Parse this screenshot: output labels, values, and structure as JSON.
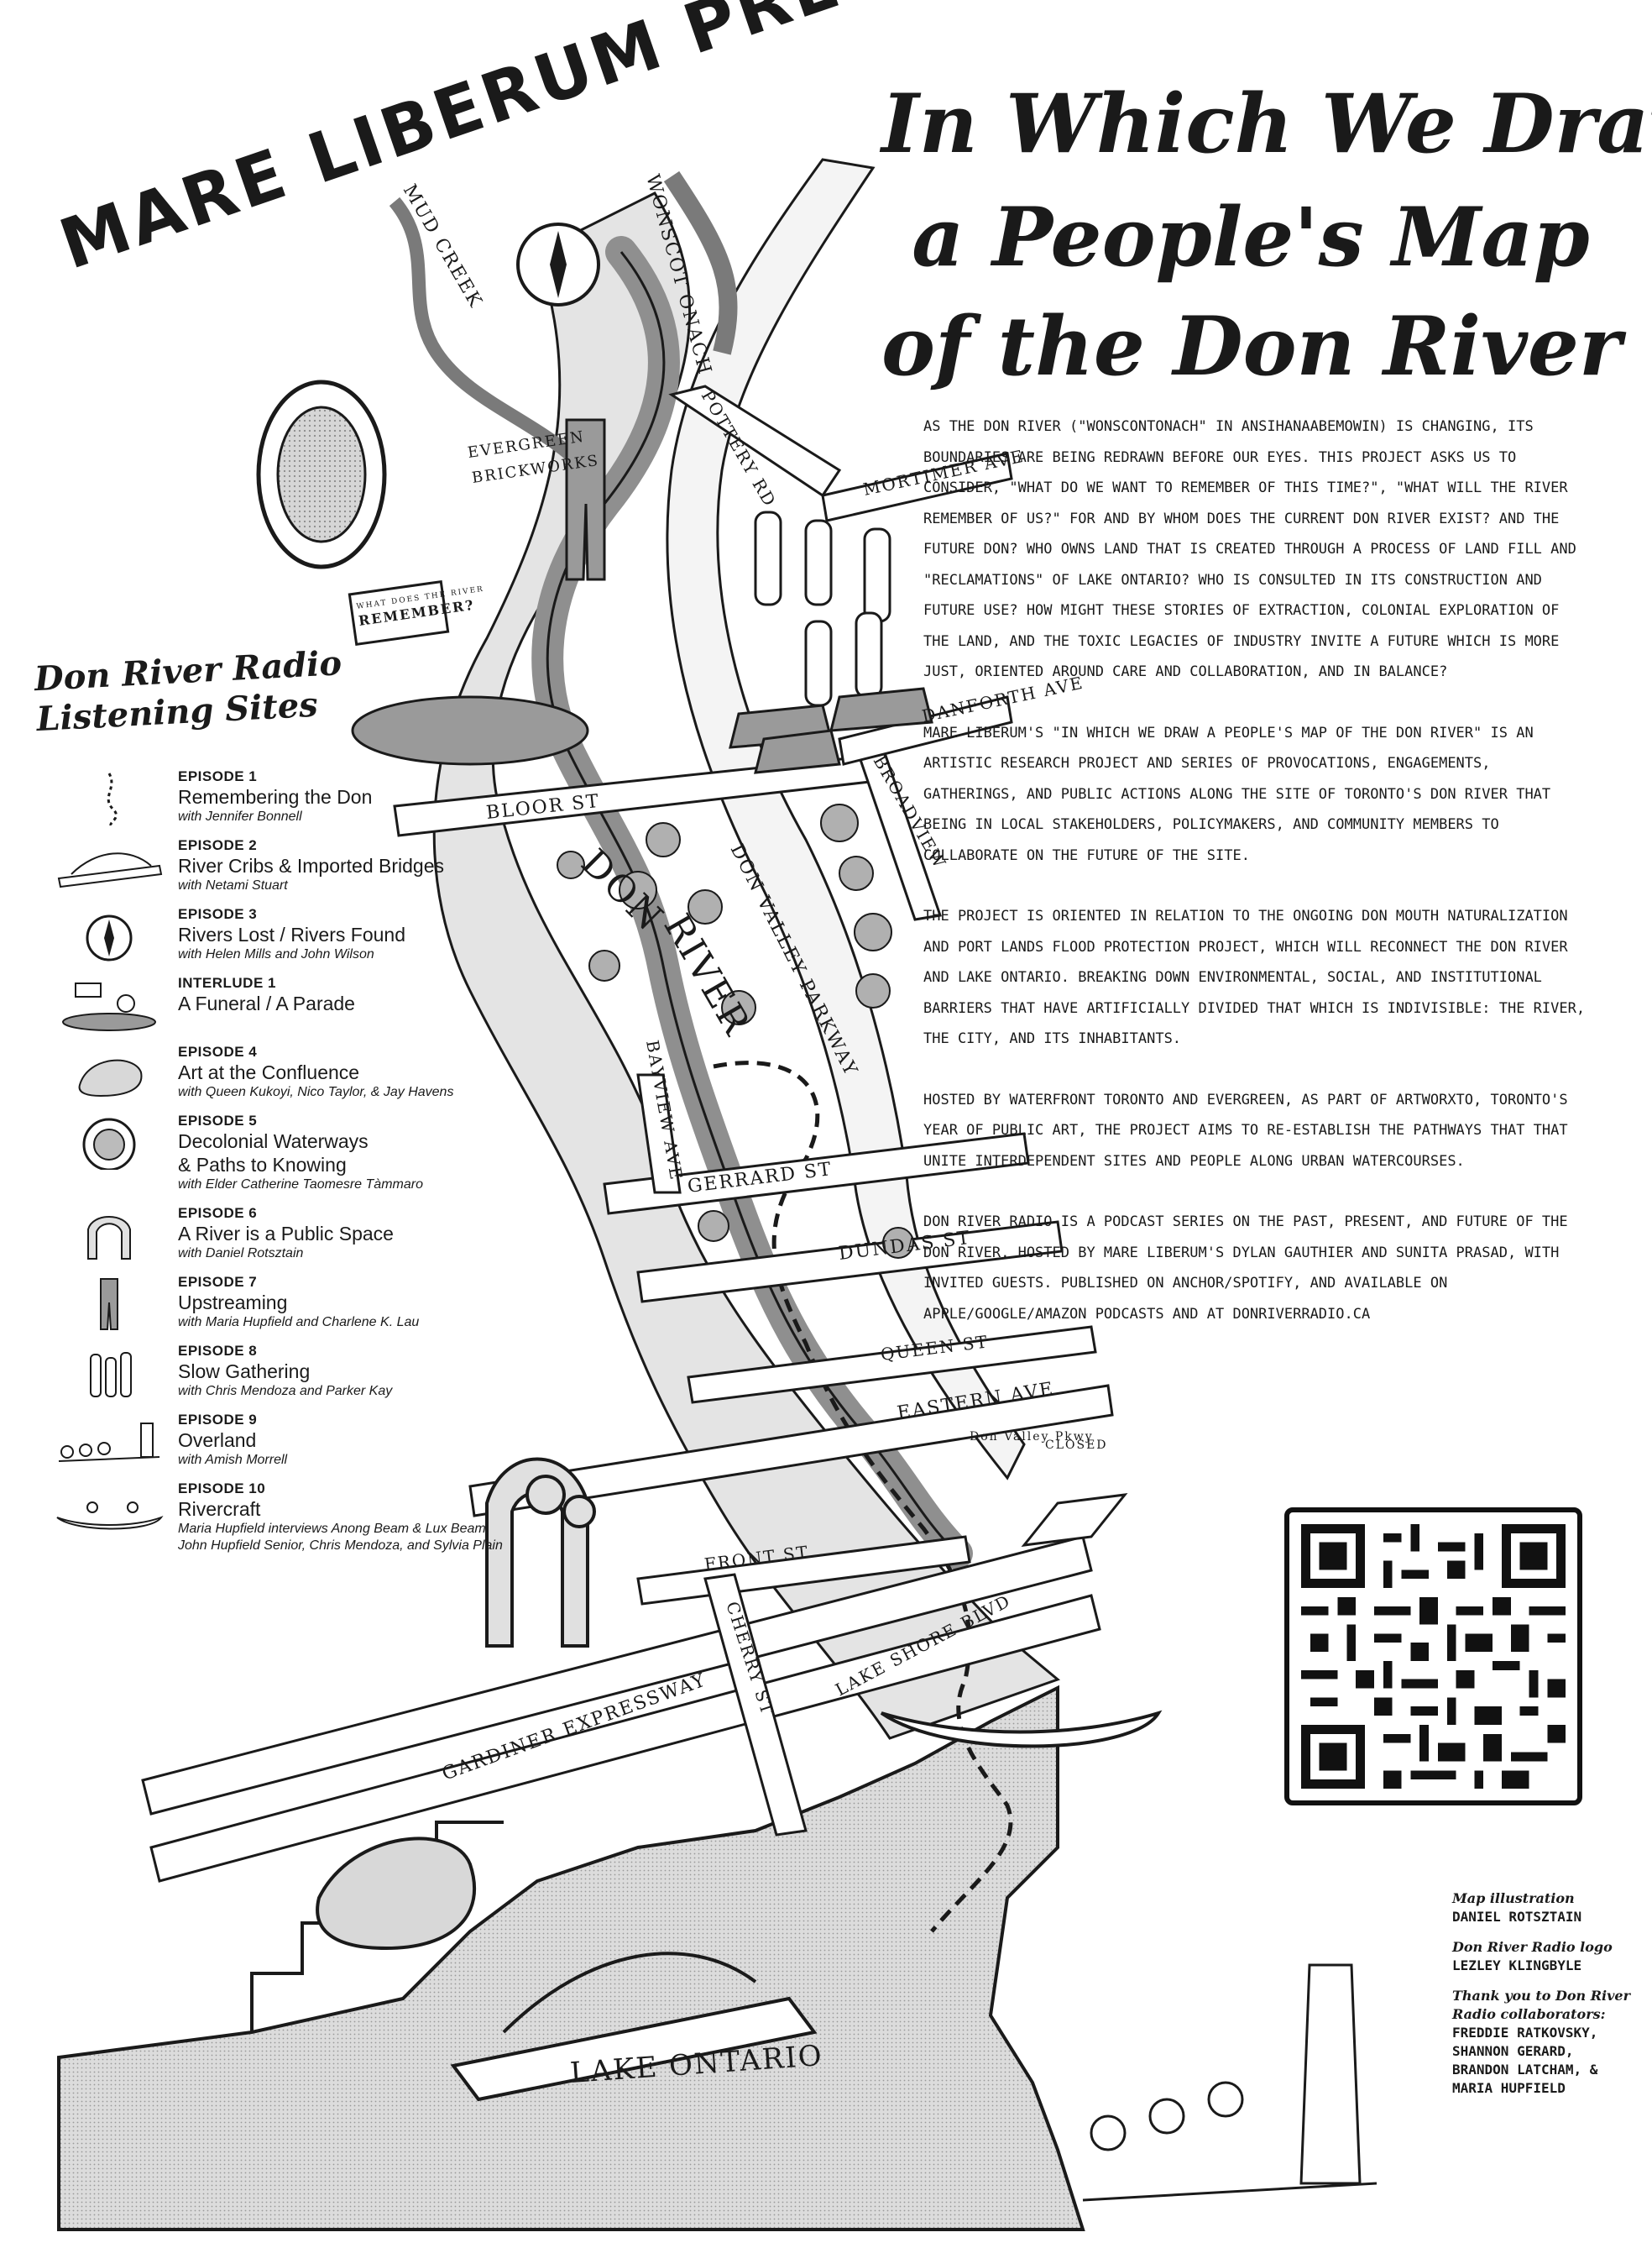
{
  "header": {
    "presents": "MARE LIBERUM PRESENTS...",
    "title_line1": "In Which We Draw",
    "title_line2": "a People's Map",
    "title_line3": "of the Don River"
  },
  "intro_paragraphs": [
    "As the Don River (\"Wonscontonach\" in Ansihanaabemowin) is changing, its boundaries are being redrawn before our eyes. This project asks us to consider, \"What do we want to remember of this time?\", \"What will the river remember of us?\" For and by whom does the current Don River exist? And the future Don? Who owns land that is created through a process of land fill and \"reclamations\" of Lake Ontario? Who is consulted in its construction and future use? How might these stories of extraction, colonial exploration of the land, and the toxic legacies of industry invite a future which is more just, oriented around care and collaboration, and in balance?",
    "Mare Liberum's \"In Which We Draw a People's Map of the Don River\" is an artistic research project and series of provocations, engagements, gatherings, and public actions along the site of Toronto's Don River that being in local stakeholders, policymakers, and community members to collaborate on the future of the site.",
    "The project is oriented in relation to the ongoing Don Mouth Naturalization and Port Lands Flood Protection project, which will reconnect the Don River and Lake Ontario. Breaking down environmental, social, and institutional barriers that have artificially divided that which is indivisible: the river, the city, and its inhabitants.",
    "Hosted by Waterfront Toronto and Evergreen, as part of ArtworxTO, Toronto's Year of Public Art, the project aims to re-establish the pathways that that unite interdependent sites and people along urban watercourses.",
    "Don River Radio is a podcast series on the past, present, and future of the Don River, hosted by Mare Liberum's Dylan Gauthier and Sunita Prasad, with invited guests. Published on Anchor/Spotify, and available on Apple/Google/Amazon podcasts and at donriverradio.ca"
  ],
  "radio": {
    "title_line1": "Don River Radio",
    "title_line2": "Listening Sites",
    "episodes": [
      {
        "num": "EPISODE 1",
        "title": "Remembering the Don",
        "guest": "with Jennifer Bonnell",
        "icon": "dotted-path-icon"
      },
      {
        "num": "EPISODE 2",
        "title": "River Cribs & Imported Bridges",
        "guest": "with Netami Stuart",
        "icon": "bridge-icon"
      },
      {
        "num": "EPISODE 3",
        "title": "Rivers Lost / Rivers Found",
        "guest": "with Helen Mills and John Wilson",
        "icon": "compass-icon"
      },
      {
        "num": "INTERLUDE 1",
        "title": "A Funeral / A Parade",
        "guest": "",
        "icon": "parade-icon"
      },
      {
        "num": "EPISODE 4",
        "title": "Art at the Confluence",
        "guest": "with Queen Kukoyi, Nico Taylor, & Jay Havens",
        "icon": "face-sculpture-icon"
      },
      {
        "num": "EPISODE 5",
        "title": "Decolonial Waterways\n& Paths to Knowing",
        "guest": "with Elder Catherine Taomesre Tàmmaro",
        "icon": "turtle-plaque-icon"
      },
      {
        "num": "EPISODE 6",
        "title": "A River is a Public Space",
        "guest": "with Daniel Rotsztain",
        "icon": "sculpture-icon"
      },
      {
        "num": "EPISODE 7",
        "title": "Upstreaming",
        "guest": "with Maria Hupfield and Charlene K. Lau",
        "icon": "waders-icon"
      },
      {
        "num": "EPISODE 8",
        "title": "Slow Gathering",
        "guest": "with Chris Mendoza and Parker Kay",
        "icon": "people-icon"
      },
      {
        "num": "EPISODE 9",
        "title": "Overland",
        "guest": "with Amish Morrell",
        "icon": "dogsled-icon"
      },
      {
        "num": "EPISODE 10",
        "title": "Rivercraft",
        "guest": "Maria Hupfield interviews Anong Beam & Lux Beam, John Hupfield Senior, Chris Mendoza, and Sylvia Plain",
        "icon": "canoe-icon"
      }
    ]
  },
  "map_labels": {
    "mud_creek": "MUD CREEK",
    "wonscotonach": "WONSCOT ONACH",
    "evergreen": "EVERGREEN",
    "brickworks": "BRICKWORKS",
    "pottery_rd": "POTTERY RD",
    "mortimer": "MORTIMER AVE",
    "danforth": "DANFORTH AVE",
    "sign_line1": "WHAT DOES THE RIVER",
    "sign_line2": "REMEMBER?",
    "bloor": "BLOOR ST",
    "broadview": "BROADVIEW",
    "don": "DON",
    "river": "RIVER",
    "don_valley": "DON VALLEY PARKWAY",
    "bayview": "BAYVIEW AVE",
    "gerrard": "GERRARD ST",
    "dundas": "DUNDAS ST",
    "queen": "QUEEN ST",
    "eastern": "EASTERN AVE",
    "dvp_sign": "Don Valley Pkwy",
    "closed_sign": "CLOSED",
    "front": "FRONT ST",
    "cherry": "CHERRY ST",
    "lake_shore": "LAKE SHORE BLVD",
    "gardiner": "GARDINER EXPRESSWAY",
    "lake": "LAKE ONTARIO"
  },
  "credits": {
    "map_label": "Map illustration",
    "map_name": "Daniel Rotsztain",
    "logo_label": "Don River Radio logo",
    "logo_name": "Lezley Klingbyle",
    "thanks_label": "Thank you to Don River Radio collaborators:",
    "thanks_names": "Freddie Ratkovsky, Shannon Gerard, Brandon Latcham, & Maria Hupfield"
  },
  "colors": {
    "ink": "#1a1a1a",
    "road": "#ffffff",
    "valley": "#d4d4d4",
    "river": "#9a9a9a",
    "lake": "#cfcfcf"
  }
}
